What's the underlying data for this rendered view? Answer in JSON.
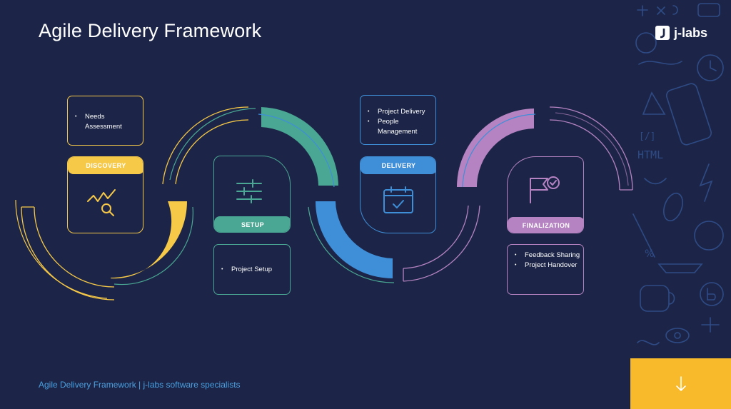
{
  "title": "Agile Delivery Framework",
  "footer": "Agile Delivery Framework | j-labs software specialists",
  "logo": {
    "text": "j-labs"
  },
  "colors": {
    "background": "#1c2547",
    "discovery": "#f7c948",
    "setup": "#4aa793",
    "delivery": "#3f8ed8",
    "finalization": "#b583c2",
    "accent": "#f8b92a"
  },
  "phases": [
    {
      "label": "DISCOVERY",
      "icon": "chart-search-icon",
      "items": [
        "Needs Assessment"
      ]
    },
    {
      "label": "SETUP",
      "icon": "sliders-icon",
      "items": [
        "Project Setup"
      ]
    },
    {
      "label": "DELIVERY",
      "icon": "calendar-check-icon",
      "items": [
        "Project Delivery",
        "People Management"
      ]
    },
    {
      "label": "FINALIZATION",
      "icon": "flag-check-icon",
      "items": [
        "Feedback Sharing",
        "Project Handover"
      ]
    }
  ],
  "next_button": {
    "icon": "arrow-down-icon"
  }
}
